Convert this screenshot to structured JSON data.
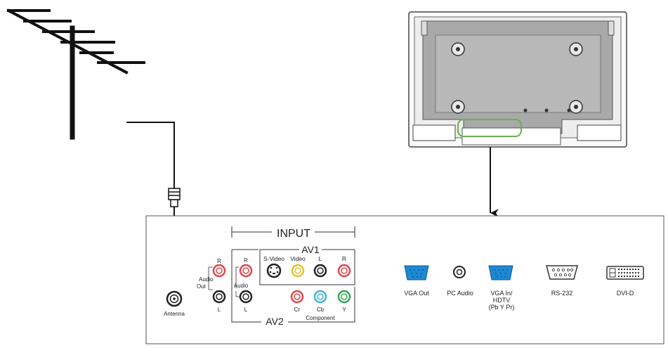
{
  "panel": {
    "input_title": "INPUT",
    "av1_title": "AV1",
    "av2_title": "AV2",
    "audio_out": {
      "r": "R",
      "l": "L",
      "label_line1": "Audio",
      "label_line2": "Out"
    },
    "av2_audio": {
      "r": "R",
      "l": "L",
      "label": "Audio"
    },
    "av1_labels": {
      "svideo": "S-Video",
      "video": "Video",
      "l": "L",
      "r": "R"
    },
    "component": {
      "cr": "Cr",
      "cb": "Cb",
      "y": "Y",
      "label": "Component"
    },
    "antenna_label": "Antenna",
    "vga_out": "VGA  Out",
    "pc_audio": "PC  Audio",
    "vga_in_line1": "VGA  In/",
    "vga_in_line2": "HDTV",
    "vga_in_line3": "(Pb Y Pr)",
    "rs232": "RS-232",
    "dvid": "DVI-D"
  },
  "colors": {
    "red_jack": "#e0474c",
    "yellow_jack": "#e2c326",
    "cyan_jack": "#3fb4d8",
    "green_jack": "#34a853",
    "blue_port": "#1e88d2",
    "highlight": "#6ab04c"
  },
  "icons": [
    "antenna-icon",
    "tv-back-icon",
    "cable-plug-icon",
    "arrow-down-icon",
    "rca-jack-icon",
    "svideo-jack-icon",
    "vga-port-icon",
    "audio-jack-icon",
    "rs232-port-icon",
    "dvi-port-icon"
  ]
}
